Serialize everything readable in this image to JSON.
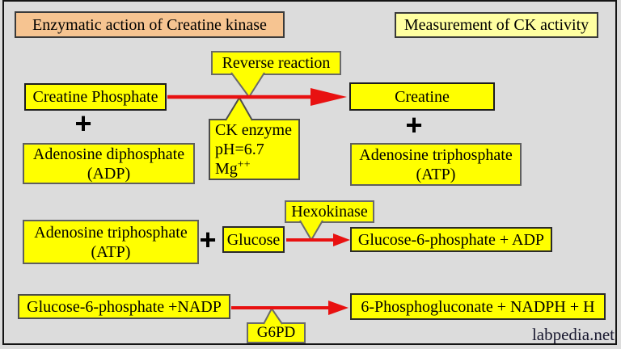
{
  "page": {
    "title_left": "Enzymatic action of Creatine kinase",
    "title_right": "Measurement of CK activity",
    "watermark": "labpedia.net"
  },
  "colors": {
    "background": "#dcdcdc",
    "box_yellow": "#ffff00",
    "title_left_peach": "#f6c491",
    "title_right_pale_yellow": "#ffffa1",
    "arrow_red": "#e81111",
    "text_black": "#000000",
    "watermark_dark": "#18182f"
  },
  "reaction1": {
    "substrate1": "Creatine Phosphate",
    "plus_left": "+",
    "substrate2_line1": "Adenosine diphosphate",
    "substrate2_line2": "(ADP)",
    "callout_reverse": "Reverse reaction",
    "catalyst_line1": "CK enzyme",
    "catalyst_line2": "pH=6.7",
    "catalyst_line3_base": "Mg",
    "catalyst_line3_sup": "++",
    "product1": "Creatine",
    "plus_right": "+",
    "product2_line1": "Adenosine triphosphate",
    "product2_line2": "(ATP)"
  },
  "reaction2": {
    "substrate1_line1": "Adenosine triphosphate",
    "substrate1_line2": "(ATP)",
    "plus": "+",
    "substrate2": "Glucose",
    "enzyme": "Hexokinase",
    "product": "Glucose-6-phosphate + ADP"
  },
  "reaction3": {
    "substrate": "Glucose-6-phosphate +NADP",
    "enzyme": "G6PD",
    "product": "6-Phosphogluconate + NADPH + H"
  }
}
